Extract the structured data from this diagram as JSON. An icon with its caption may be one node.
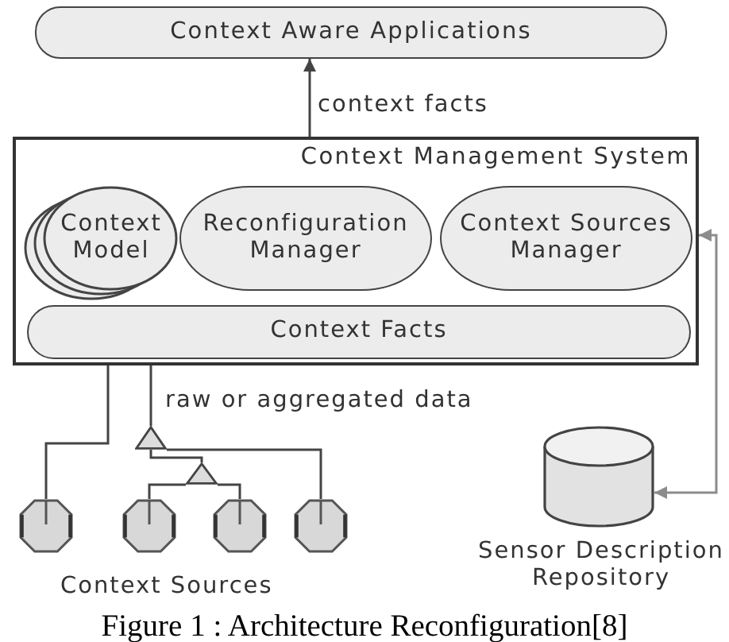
{
  "diagram": {
    "caption": "Figure 1 : Architecture Reconfiguration[8]",
    "nodes": [
      {
        "text": [
          "Context Aware Applications"
        ]
      },
      {
        "text": [
          "Context Management System"
        ]
      },
      {
        "text": [
          "Context Model"
        ],
        "in": 1
      },
      {
        "text": [
          "Reconfiguration Manager"
        ],
        "in": 1
      },
      {
        "text": [
          "Context Sources Manager"
        ],
        "in": 1
      },
      {
        "text": [
          "Context Facts"
        ],
        "in": 1
      },
      {
        "text": [],
        "shape": "triangle"
      },
      {
        "text": [],
        "shape": "triangle"
      },
      {
        "text": [],
        "shape": "octagon"
      },
      {
        "text": [],
        "shape": "octagon"
      },
      {
        "text": [],
        "shape": "octagon"
      },
      {
        "text": [],
        "shape": "octagon"
      },
      {
        "text": [],
        "shape": "cylinder",
        "beside": [
          "Sensor Description Repository"
        ]
      }
    ],
    "edges": [
      {
        "from": 1,
        "to": 0,
        "arrow": "to",
        "label": "context facts"
      },
      {
        "from": 8,
        "to": 1,
        "arrow": "none"
      },
      {
        "from": 6,
        "to": 1,
        "arrow": "none",
        "label": "raw or aggregated data"
      },
      {
        "from": 11,
        "to": 6,
        "arrow": "none"
      },
      {
        "from": 7,
        "to": 6,
        "arrow": "none"
      },
      {
        "from": 9,
        "to": 7,
        "arrow": "none"
      },
      {
        "from": 10,
        "to": 7,
        "arrow": "none"
      },
      {
        "from": 12,
        "to": 1,
        "arrow": "both",
        "color": "#8c8c8c"
      }
    ],
    "labels": [
      "Context Sources"
    ]
  }
}
